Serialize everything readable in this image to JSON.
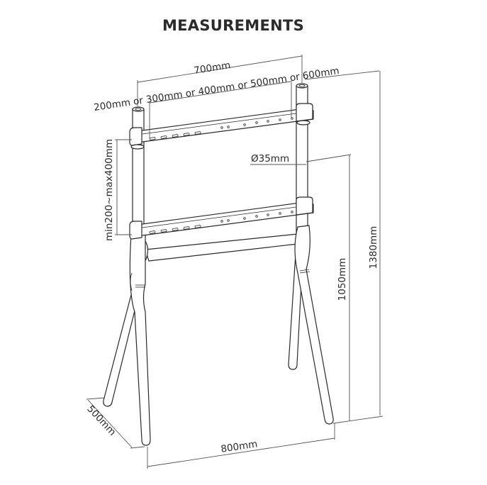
{
  "title": "MEASUREMENTS",
  "dimensions": {
    "top_width": "700mm",
    "vesa_options": "200mm or 300mm or 400mm or 500mm or 600mm",
    "bracket_spacing": "min200~max400mm",
    "pole_diameter": "Ø35mm",
    "bracket_height": "1050mm",
    "total_height": "1380mm",
    "depth": "500mm",
    "base_width": "800mm"
  },
  "colors": {
    "line": "#2a2a2a",
    "dimension_line": "#555555",
    "background": "#ffffff"
  }
}
